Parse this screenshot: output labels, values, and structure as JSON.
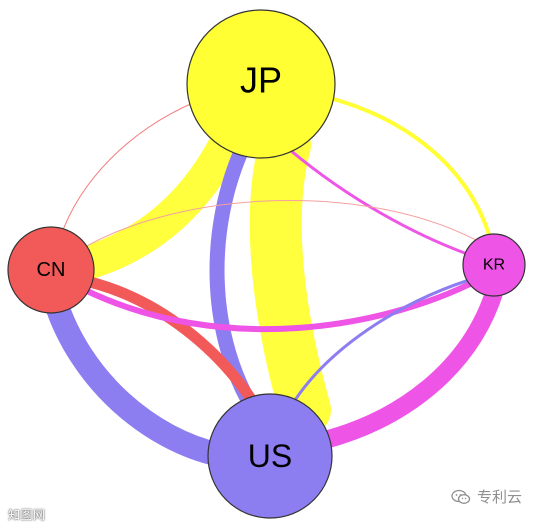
{
  "nodes": [
    {
      "id": "JP",
      "label": "JP",
      "color": "#ffff33"
    },
    {
      "id": "CN",
      "label": "CN",
      "color": "#f25a5a"
    },
    {
      "id": "KR",
      "label": "KR",
      "color": "#ee55e6"
    },
    {
      "id": "US",
      "label": "US",
      "color": "#8c7ef0"
    }
  ],
  "links": [
    {
      "source": "JP",
      "target": "US",
      "color": "#ffff33",
      "weight": "largest"
    },
    {
      "source": "JP",
      "target": "CN",
      "color": "#ffff33",
      "weight": "large"
    },
    {
      "source": "JP",
      "target": "KR",
      "color": "#ffff33",
      "weight": "small"
    },
    {
      "source": "JP",
      "target": "US",
      "color": "#8c7ef0",
      "weight": "medium"
    },
    {
      "source": "JP",
      "target": "KR",
      "color": "#ee55e6",
      "weight": "small"
    },
    {
      "source": "JP",
      "target": "CN",
      "color": "#f25a5a",
      "weight": "thin"
    },
    {
      "source": "CN",
      "target": "KR",
      "color": "#f25a5a",
      "weight": "thin"
    },
    {
      "source": "CN",
      "target": "US",
      "color": "#8c7ef0",
      "weight": "large"
    },
    {
      "source": "CN",
      "target": "US",
      "color": "#f25a5a",
      "weight": "medium"
    },
    {
      "source": "CN",
      "target": "KR",
      "color": "#ee55e6",
      "weight": "small"
    },
    {
      "source": "KR",
      "target": "US",
      "color": "#ee55e6",
      "weight": "large"
    },
    {
      "source": "KR",
      "target": "US",
      "color": "#8c7ef0",
      "weight": "small"
    }
  ],
  "watermark": {
    "left": "知图网",
    "right": "专利云"
  }
}
